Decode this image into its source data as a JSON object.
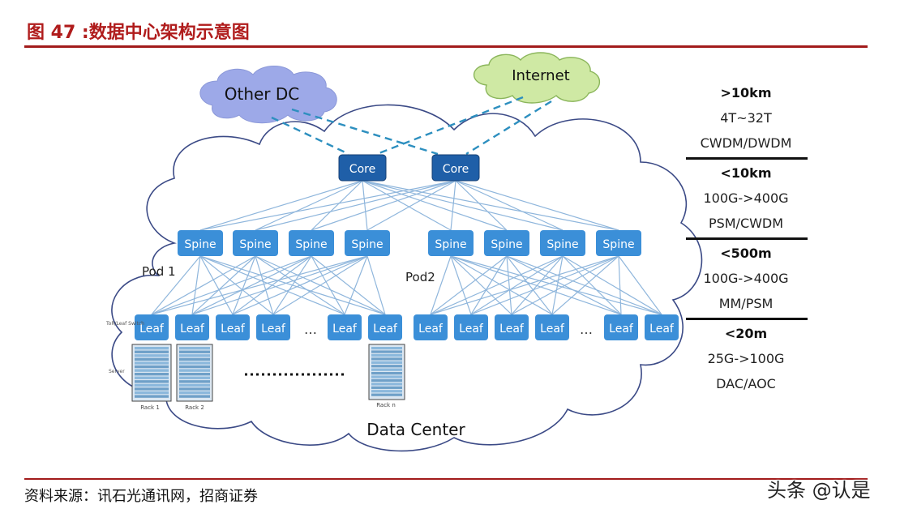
{
  "title": "图 47 :数据中心架构示意图",
  "source": "资料来源：讯石光通讯网，招商证券",
  "watermark": "头条 @认是",
  "diagram": {
    "clouds": {
      "other_dc": "Other DC",
      "internet": "Internet",
      "data_center": "Data Center"
    },
    "core_nodes": [
      "Core",
      "Core"
    ],
    "pods": [
      {
        "label": "Pod 1",
        "spines": [
          "Spine",
          "Spine",
          "Spine",
          "Spine"
        ],
        "leaves": [
          "Leaf",
          "Leaf",
          "Leaf",
          "Leaf",
          "Leaf",
          "Leaf"
        ]
      },
      {
        "label": "Pod2",
        "spines": [
          "Spine",
          "Spine",
          "Spine",
          "Spine"
        ],
        "leaves": [
          "Leaf",
          "Leaf",
          "Leaf",
          "Leaf",
          "Leaf",
          "Leaf"
        ]
      }
    ],
    "ellipsis": "…",
    "racks": [
      "Rack 1",
      "Rack 2",
      "Rack n"
    ],
    "side_labels": [
      "ToR/Leaf Switch",
      "Server"
    ],
    "colors": {
      "node_fill": "#3b8fd8",
      "core_fill": "#1f5fa8",
      "cloud_other_dc": "#9da9e8",
      "cloud_internet": "#cfe9a4",
      "link": "#8fb6dc",
      "dashed_link": "#2d8fbf"
    }
  },
  "tiers": [
    {
      "distance": ">10km",
      "lines": [
        "4T~32T",
        "CWDM/DWDM"
      ]
    },
    {
      "distance": "<10km",
      "lines": [
        "100G->400G",
        "PSM/CWDM"
      ]
    },
    {
      "distance": "<500m",
      "lines": [
        "100G->400G",
        "MM/PSM"
      ]
    },
    {
      "distance": "<20m",
      "lines": [
        "25G->100G",
        "DAC/AOC"
      ]
    }
  ]
}
